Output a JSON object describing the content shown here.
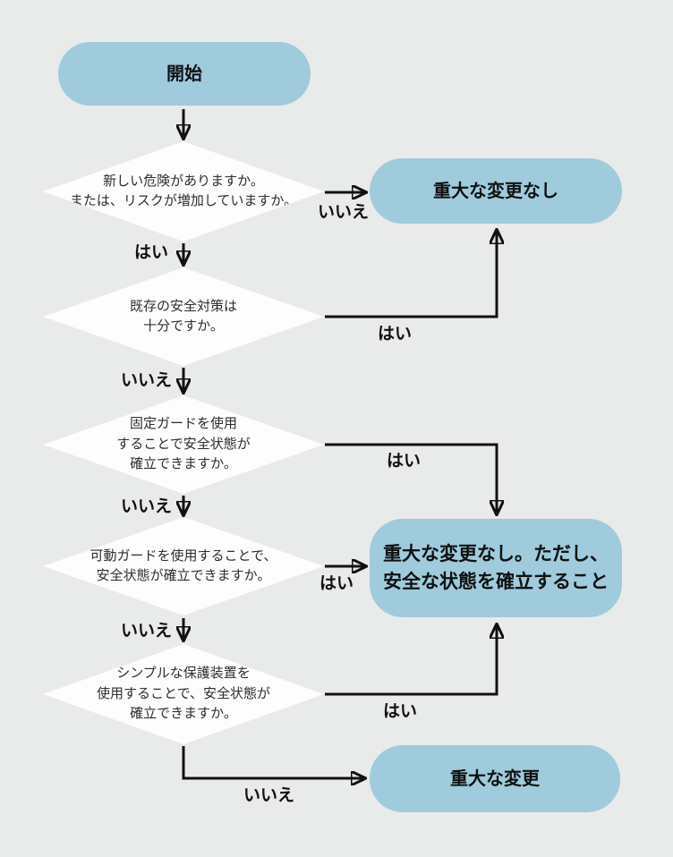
{
  "flowchart": {
    "colors": {
      "background": "#e9eaea",
      "terminal_fill": "#9fcbdd",
      "decision_fill": "#fdfdfd",
      "line_color": "#111111",
      "text_color": "#111111"
    },
    "edge_labels": {
      "yes": "はい",
      "no": "いいえ"
    },
    "nodes": {
      "start": {
        "label": "開始"
      },
      "no_major_change": {
        "label": "重大な変更なし"
      },
      "no_major_change_conditional": {
        "lines": [
          "重大な変更なし。ただし、",
          "安全な状態を確立すること"
        ]
      },
      "major_change": {
        "label": "重大な変更"
      }
    },
    "decisions": {
      "d1": {
        "lines": [
          "新しい危険がありますか。",
          "または、リスクが増加していますか。"
        ]
      },
      "d2": {
        "lines": [
          "既存の安全対策は",
          "十分ですか。"
        ]
      },
      "d3": {
        "lines": [
          "固定ガードを使用",
          "することで安全状態が",
          "確立できますか。"
        ]
      },
      "d4": {
        "lines": [
          "可動ガードを使用することで、",
          "安全状態が確立できますか。"
        ]
      },
      "d5": {
        "lines": [
          "シンプルな保護装置を",
          "使用することで、安全状態が",
          "確立できますか。"
        ]
      }
    }
  }
}
